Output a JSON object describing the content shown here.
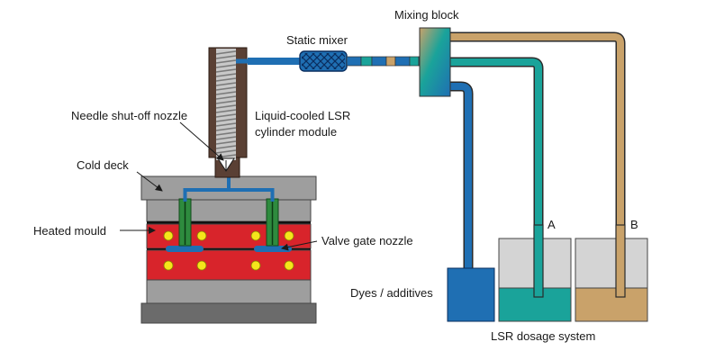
{
  "labels": {
    "mixing_block": "Mixing block",
    "static_mixer": "Static mixer",
    "needle_nozzle": "Needle shut-off nozzle",
    "cylinder_line1": "Liquid-cooled LSR",
    "cylinder_line2": "cylinder module",
    "cold_deck": "Cold deck",
    "heated_mould": "Heated mould",
    "valve_gate": "Valve gate nozzle",
    "dyes": "Dyes / additives",
    "component_a": "A",
    "component_b": "B",
    "dosage_system": "LSR dosage system"
  },
  "colors": {
    "blue": "#1f6fb3",
    "teal": "#1aa39a",
    "tan": "#c9a26a",
    "mould_red": "#d8242b",
    "heater_yellow": "#f5e51b",
    "gray_plate": "#9e9e9e",
    "dark_plate": "#6b6b6b",
    "green_nozzle": "#2e8b3e",
    "barrel_brown": "#5a4034"
  },
  "icons": [
    "needle-nozzle-icon",
    "static-mixer-icon",
    "mixing-block-icon"
  ]
}
